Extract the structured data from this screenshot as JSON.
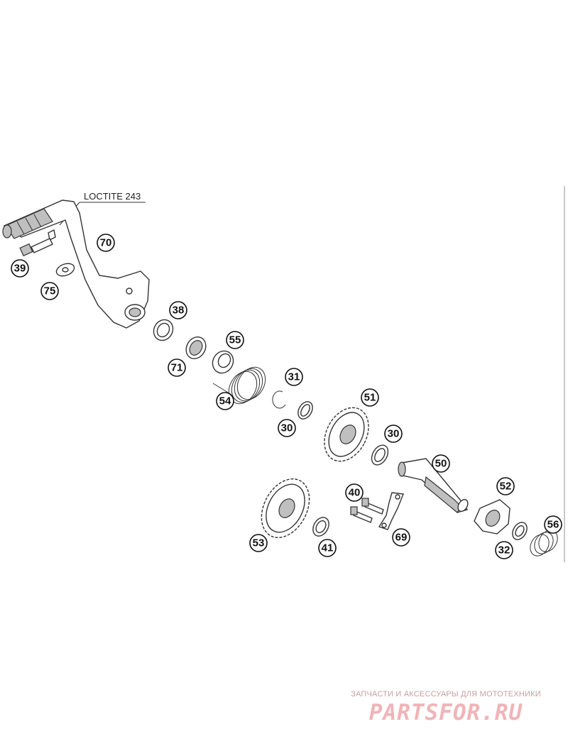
{
  "diagram": {
    "note": "LOCTITE 243",
    "callouts": [
      {
        "id": "70",
        "label": "70"
      },
      {
        "id": "39",
        "label": "39"
      },
      {
        "id": "75",
        "label": "75"
      },
      {
        "id": "38",
        "label": "38"
      },
      {
        "id": "71",
        "label": "71"
      },
      {
        "id": "55",
        "label": "55"
      },
      {
        "id": "54",
        "label": "54"
      },
      {
        "id": "31",
        "label": "31"
      },
      {
        "id": "30a",
        "label": "30"
      },
      {
        "id": "51",
        "label": "51"
      },
      {
        "id": "30b",
        "label": "30"
      },
      {
        "id": "50",
        "label": "50"
      },
      {
        "id": "40",
        "label": "40"
      },
      {
        "id": "69",
        "label": "69"
      },
      {
        "id": "53",
        "label": "53"
      },
      {
        "id": "41",
        "label": "41"
      },
      {
        "id": "52",
        "label": "52"
      },
      {
        "id": "32",
        "label": "32"
      },
      {
        "id": "56",
        "label": "56"
      }
    ]
  },
  "watermark": {
    "tagline": "ЗАПЧАСТИ И АКСЕССУАРЫ ДЛЯ МОТОТЕХНИКИ",
    "brand": "PARTSFOR.RU",
    "color": "#f0b4b8"
  }
}
